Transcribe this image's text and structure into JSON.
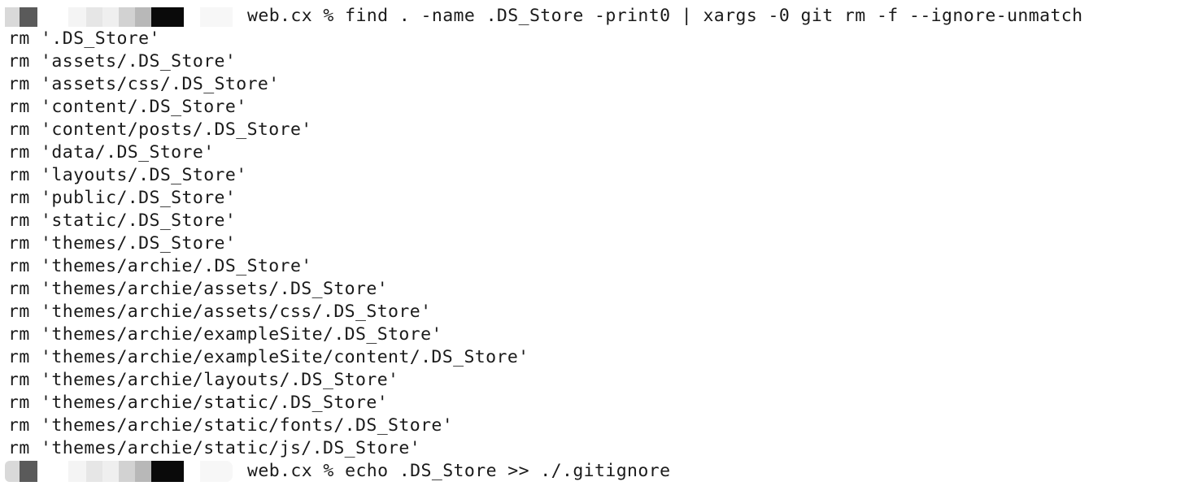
{
  "terminal": {
    "prompt_host": "web.cx",
    "prompt_symbol": "%",
    "command_1": "web.cx % find . -name .DS_Store -print0 | xargs -0 git rm -f --ignore-unmatch",
    "output": [
      "rm '.DS_Store'",
      "rm 'assets/.DS_Store'",
      "rm 'assets/css/.DS_Store'",
      "rm 'content/.DS_Store'",
      "rm 'content/posts/.DS_Store'",
      "rm 'data/.DS_Store'",
      "rm 'layouts/.DS_Store'",
      "rm 'public/.DS_Store'",
      "rm 'static/.DS_Store'",
      "rm 'themes/.DS_Store'",
      "rm 'themes/archie/.DS_Store'",
      "rm 'themes/archie/assets/.DS_Store'",
      "rm 'themes/archie/assets/css/.DS_Store'",
      "rm 'themes/archie/exampleSite/.DS_Store'",
      "rm 'themes/archie/exampleSite/content/.DS_Store'",
      "rm 'themes/archie/layouts/.DS_Store'",
      "rm 'themes/archie/static/.DS_Store'",
      "rm 'themes/archie/static/fonts/.DS_Store'",
      "rm 'themes/archie/static/js/.DS_Store'"
    ],
    "command_2": "web.cx % echo .DS_Store >> ./.gitignore"
  },
  "colors": {
    "background": "#ffffff",
    "text": "#1a1a1a"
  }
}
